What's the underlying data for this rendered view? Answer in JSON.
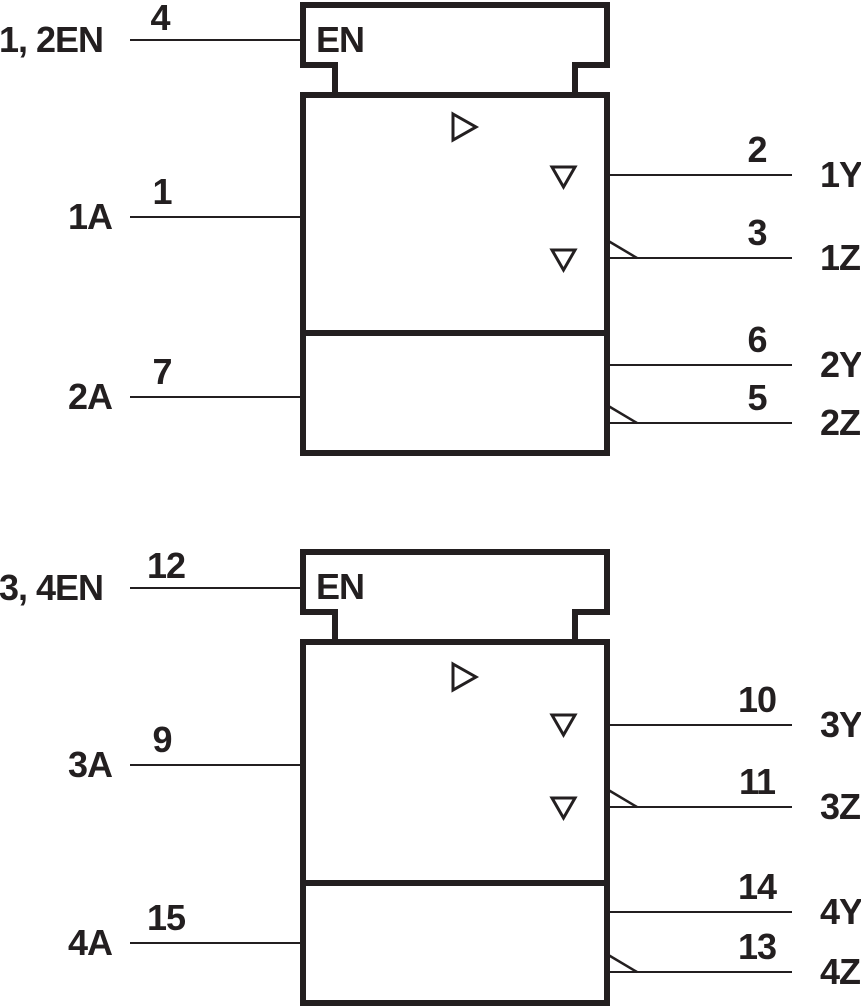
{
  "diagram": {
    "kind": "logic-symbol",
    "line_color": "#231f20",
    "background_color": "#ffffff",
    "sections": [
      {
        "enable": {
          "label": "1, 2EN",
          "pin": "4",
          "block_label": "EN"
        },
        "inputs": [
          {
            "label": "1A",
            "pin": "1"
          },
          {
            "label": "2A",
            "pin": "7"
          }
        ],
        "outputs": [
          {
            "label": "1Y",
            "pin": "2",
            "inverted": false
          },
          {
            "label": "1Z",
            "pin": "3",
            "inverted": true
          },
          {
            "label": "2Y",
            "pin": "6",
            "inverted": false
          },
          {
            "label": "2Z",
            "pin": "5",
            "inverted": true
          }
        ]
      },
      {
        "enable": {
          "label": "3, 4EN",
          "pin": "12",
          "block_label": "EN"
        },
        "inputs": [
          {
            "label": "3A",
            "pin": "9"
          },
          {
            "label": "4A",
            "pin": "15"
          }
        ],
        "outputs": [
          {
            "label": "3Y",
            "pin": "10",
            "inverted": false
          },
          {
            "label": "3Z",
            "pin": "11",
            "inverted": true
          },
          {
            "label": "4Y",
            "pin": "14",
            "inverted": false
          },
          {
            "label": "4Z",
            "pin": "13",
            "inverted": true
          }
        ]
      }
    ]
  }
}
